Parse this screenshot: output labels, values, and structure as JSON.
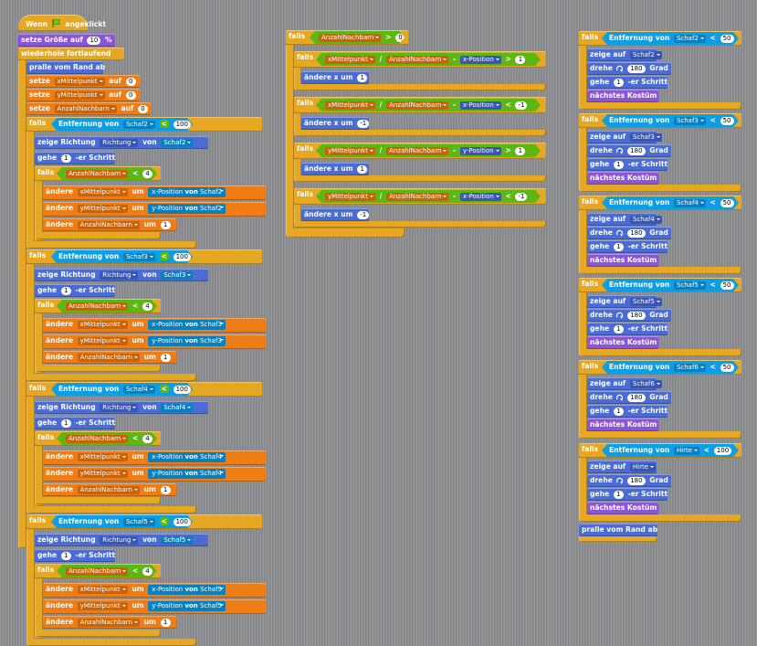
{
  "hat": {
    "label": "Wenn",
    "suffix": "angeklickt",
    "icon": "green-flag-icon"
  },
  "col1": {
    "setze_groesse": {
      "label": "setze Größe auf",
      "value": "10",
      "unit": "%"
    },
    "wiederhole": "wiederhole fortlaufend",
    "pralle": "pralle vom Rand ab",
    "setze": "setze",
    "auf": "auf",
    "vars": [
      {
        "name": "xMittelpunkt",
        "value": "0"
      },
      {
        "name": "yMittelpunkt",
        "value": "0"
      },
      {
        "name": "AnzahlNachbarn",
        "value": "0"
      }
    ],
    "falls": "falls",
    "entfernung_von": "Entfernung von",
    "lt": "<",
    "zeige_richtung": "zeige Richtung",
    "richtung": "Richtung",
    "von": "von",
    "gehe": "gehe",
    "er_schritt": "-er Schritt",
    "one": "1",
    "anzahl": "AnzahlNachbarn",
    "four": "4",
    "andere": "ändere",
    "um": "um",
    "xm": "xMittelpunkt",
    "ym": "yMittelpunkt",
    "xpos": "x-Position",
    "ypos": "y-Position",
    "hundred": "100",
    "sheep": [
      "Schaf2",
      "Schaf3",
      "Schaf4",
      "Schaf5"
    ]
  },
  "col2": {
    "falls": "falls",
    "anzahl": "AnzahlNachbarn",
    "gt": ">",
    "zero": "0",
    "xm": "xMittelpunkt",
    "ym": "yMittelpunkt",
    "slash": "/",
    "minus": "-",
    "xpos": "x-Position",
    "ypos": "y-Position",
    "lt": "<",
    "one": "1",
    "neg1": "-1",
    "andere_x": "ändere x um"
  },
  "col3": {
    "falls": "falls",
    "entfernung_von": "Entfernung von",
    "lt": "<",
    "fifty": "50",
    "hundred": "100",
    "zeige_auf": "zeige auf",
    "drehe": "drehe",
    "grad": "Grad",
    "deg": "180",
    "gehe": "gehe",
    "one": "1",
    "er_schritt": "-er Schritt",
    "kostuem": "nächstes Kostüm",
    "pralle": "pralle vom Rand ab",
    "targets": [
      "Schaf2",
      "Schaf3",
      "Schaf4",
      "Schaf5",
      "Schaf6",
      "Hirte"
    ]
  }
}
